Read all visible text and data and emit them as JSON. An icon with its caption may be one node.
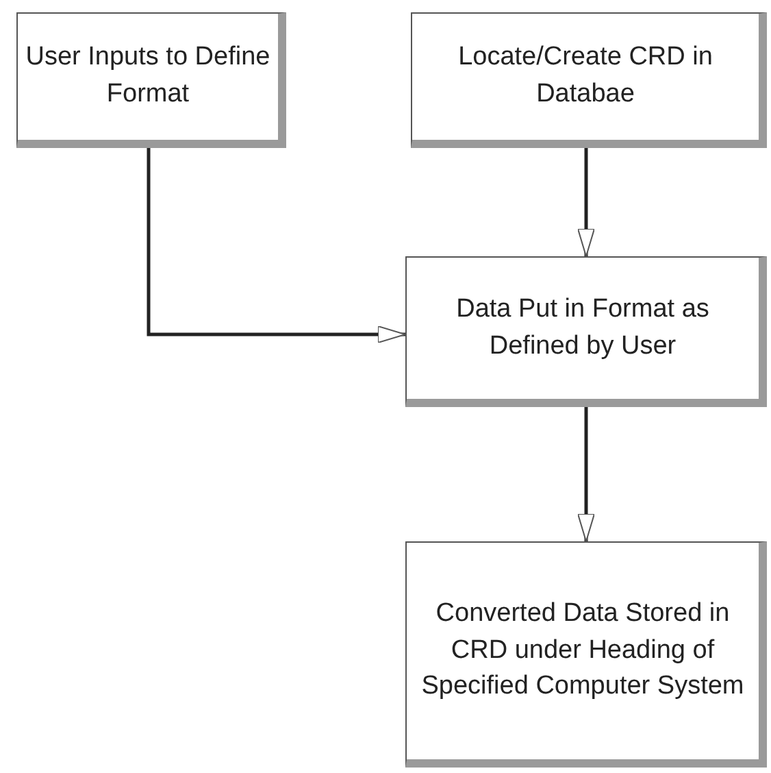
{
  "diagram": {
    "nodes": [
      {
        "text": [
          "User Inputs to Define Format"
        ]
      },
      {
        "text": [
          "Locate/Create CRD in Databae"
        ]
      },
      {
        "text": [
          "Data Put in Format as Defined by User"
        ]
      },
      {
        "text": [
          "Converted Data Stored in CRD under Heading of Specified Computer System"
        ]
      }
    ],
    "edges": [
      {
        "from": 0,
        "to": 2,
        "arrow": "to"
      },
      {
        "from": 1,
        "to": 2,
        "arrow": "to"
      },
      {
        "from": 2,
        "to": 3,
        "arrow": "to"
      }
    ]
  }
}
